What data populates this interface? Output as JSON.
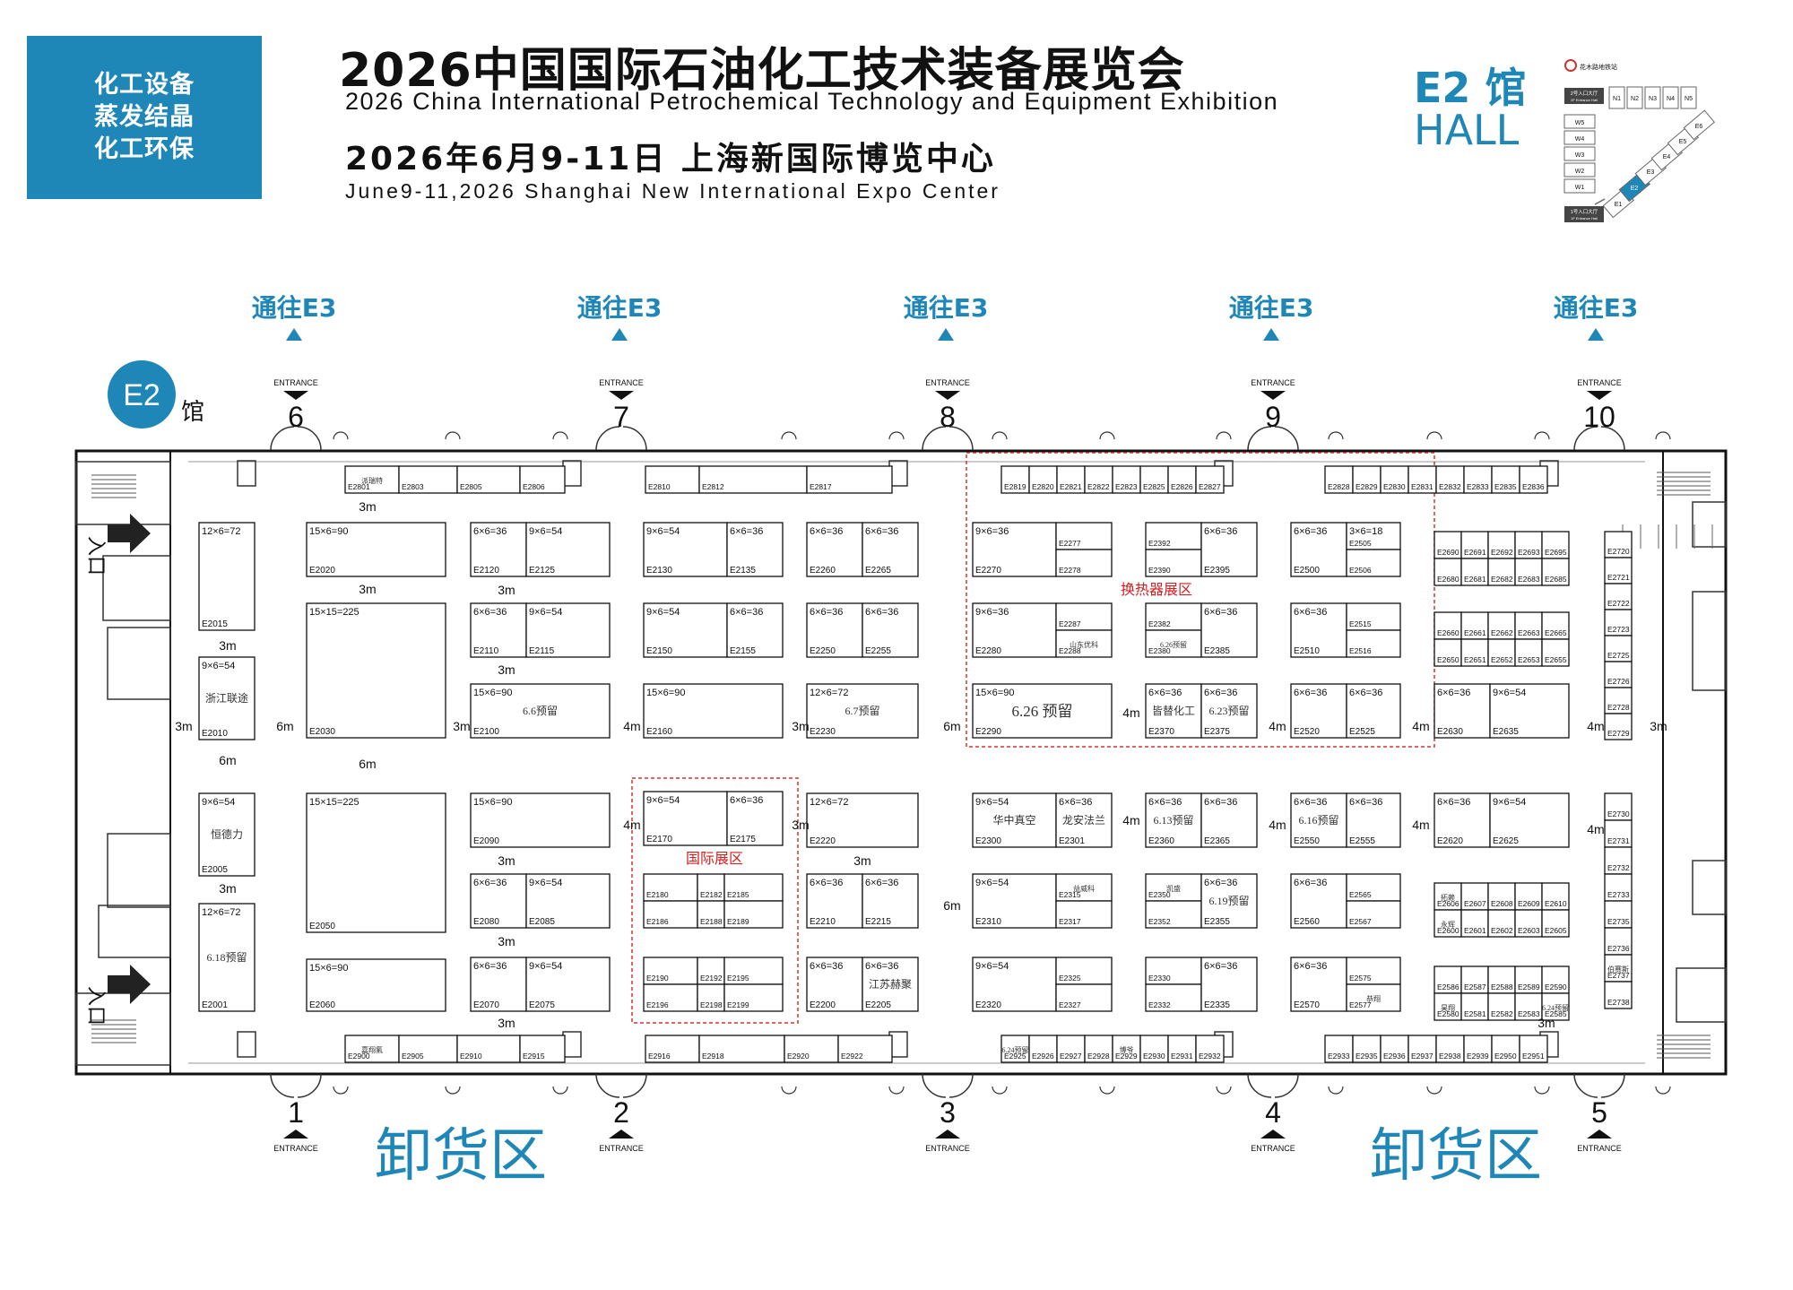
{
  "header": {
    "badge_lines": [
      "化工设备",
      "蒸发结晶",
      "化工环保"
    ],
    "title_cn": "2026中国国际石油化工技术装备展览会",
    "title_en": "2026 China International Petrochemical Technology and Equipment Exhibition",
    "date_cn": "2026年6月9-11日 上海新国际博览中心",
    "date_en": "June9-11,2026 Shanghai New International Expo Center",
    "hall_code": "E2 馆",
    "hall_en": "HALL"
  },
  "colors": {
    "accent": "#1f87b8",
    "zone_outline": "#d93030",
    "zone_label": "#d02020"
  },
  "mini_map": {
    "metro_label": "花木路地铁站",
    "entrance_2f": "2号入口大厅",
    "entrance_2f_en": "2F Entrance Hall",
    "entrance_1f": "1号入口大厅",
    "entrance_1f_en": "1F Entrance Hall",
    "north_halls": [
      "N1",
      "N2",
      "N3",
      "N4",
      "N5"
    ],
    "west_halls": [
      "W5",
      "W4",
      "W3",
      "W2",
      "W1"
    ],
    "east_halls": [
      "E1",
      "E2",
      "E3",
      "E4",
      "E5",
      "E6"
    ],
    "highlight": "E2"
  },
  "goto_label": "通往E3",
  "hall_badge": {
    "code": "E2",
    "suffix": "馆"
  },
  "entrance_word": "ENTRANCE",
  "top_entrances": [
    "6",
    "7",
    "8",
    "9",
    "10"
  ],
  "bottom_entrances": [
    "1",
    "2",
    "3",
    "4",
    "5"
  ],
  "unload_label": "卸货区",
  "entry_label": "入口",
  "zones": [
    "换热器展区",
    "国际展区"
  ],
  "booths": [
    [
      "E2015",
      "12×6=72",
      ""
    ],
    [
      "E2010",
      "9×6=54",
      "浙江联途"
    ],
    [
      "E2005",
      "9×6=54",
      "恒德力"
    ],
    [
      "E2001",
      "12×6=72",
      "6.18预留"
    ],
    [
      "E2020",
      "15×6=90",
      ""
    ],
    [
      "E2030",
      "15×15=225",
      ""
    ],
    [
      "E2050",
      "15×15=225",
      ""
    ],
    [
      "E2060",
      "15×6=90",
      ""
    ],
    [
      "E2120",
      "6×6=36",
      ""
    ],
    [
      "E2125",
      "9×6=54",
      ""
    ],
    [
      "E2110",
      "6×6=36",
      ""
    ],
    [
      "E2115",
      "9×6=54",
      ""
    ],
    [
      "E2100",
      "15×6=90",
      "6.6预留"
    ],
    [
      "E2090",
      "15×6=90",
      ""
    ],
    [
      "E2080",
      "6×6=36",
      ""
    ],
    [
      "E2085",
      "9×6=54",
      ""
    ],
    [
      "E2070",
      "6×6=36",
      ""
    ],
    [
      "E2075",
      "9×6=54",
      ""
    ],
    [
      "E2130",
      "9×6=54",
      ""
    ],
    [
      "E2135",
      "6×6=36",
      ""
    ],
    [
      "E2150",
      "9×6=54",
      ""
    ],
    [
      "E2155",
      "6×6=36",
      ""
    ],
    [
      "E2160",
      "15×6=90",
      ""
    ],
    [
      "E2170",
      "9×6=54",
      ""
    ],
    [
      "E2175",
      "6×6=36",
      ""
    ],
    [
      "E2180",
      "",
      ""
    ],
    [
      "E2182",
      "",
      ""
    ],
    [
      "E2185",
      "",
      ""
    ],
    [
      "E2186",
      "",
      ""
    ],
    [
      "E2188",
      "",
      ""
    ],
    [
      "E2189",
      "",
      ""
    ],
    [
      "E2190",
      "",
      ""
    ],
    [
      "E2192",
      "",
      ""
    ],
    [
      "E2195",
      "",
      ""
    ],
    [
      "E2196",
      "",
      ""
    ],
    [
      "E2198",
      "",
      ""
    ],
    [
      "E2199",
      "",
      ""
    ],
    [
      "E2260",
      "6×6=36",
      ""
    ],
    [
      "E2265",
      "6×6=36",
      ""
    ],
    [
      "E2250",
      "6×6=36",
      ""
    ],
    [
      "E2255",
      "6×6=36",
      ""
    ],
    [
      "E2230",
      "12×6=72",
      "6.7预留"
    ],
    [
      "E2220",
      "12×6=72",
      ""
    ],
    [
      "E2210",
      "6×6=36",
      ""
    ],
    [
      "E2215",
      "6×6=36",
      ""
    ],
    [
      "E2200",
      "6×6=36",
      ""
    ],
    [
      "E2205",
      "6×6=36",
      "江苏赫聚"
    ],
    [
      "E2270",
      "9×6=36",
      ""
    ],
    [
      "E2277",
      "",
      ""
    ],
    [
      "E2278",
      "",
      ""
    ],
    [
      "E2280",
      "9×6=36",
      ""
    ],
    [
      "E2287",
      "",
      ""
    ],
    [
      "E2288",
      "",
      "山东优科"
    ],
    [
      "E2290",
      "15×6=90",
      "6.26 预留"
    ],
    [
      "E2300",
      "9×6=54",
      "华中真空"
    ],
    [
      "E2301",
      "6×6=36",
      "龙安法兰"
    ],
    [
      "E2310",
      "9×6=54",
      ""
    ],
    [
      "E2315",
      "",
      "益威科"
    ],
    [
      "E2317",
      "",
      ""
    ],
    [
      "E2320",
      "9×6=54",
      ""
    ],
    [
      "E2325",
      "",
      ""
    ],
    [
      "E2327",
      "",
      ""
    ],
    [
      "E2392",
      "",
      ""
    ],
    [
      "E2395",
      "6×6=36",
      ""
    ],
    [
      "E2390",
      "",
      ""
    ],
    [
      "E2382",
      "",
      ""
    ],
    [
      "E2385",
      "6×6=36",
      ""
    ],
    [
      "E2380",
      "",
      "6.26预留"
    ],
    [
      "E2370",
      "6×6=36",
      "皆替化工"
    ],
    [
      "E2375",
      "6×6=36",
      "6.23预留"
    ],
    [
      "E2360",
      "6×6=36",
      "6.13预留"
    ],
    [
      "E2365",
      "6×6=36",
      ""
    ],
    [
      "E2350",
      "",
      "凯盛"
    ],
    [
      "E2355",
      "6×6=36",
      "6.19预留"
    ],
    [
      "E2352",
      "",
      ""
    ],
    [
      "E2330",
      "",
      ""
    ],
    [
      "E2335",
      "6×6=36",
      ""
    ],
    [
      "E2332",
      "",
      ""
    ],
    [
      "E2500",
      "6×6=36",
      ""
    ],
    [
      "E2505",
      "3×6=18",
      ""
    ],
    [
      "E2506",
      "",
      ""
    ],
    [
      "E2510",
      "6×6=36",
      ""
    ],
    [
      "E2515",
      "",
      ""
    ],
    [
      "E2516",
      "",
      ""
    ],
    [
      "E2520",
      "6×6=36",
      ""
    ],
    [
      "E2525",
      "6×6=36",
      ""
    ],
    [
      "E2550",
      "6×6=36",
      "6.16预留"
    ],
    [
      "E2555",
      "6×6=36",
      ""
    ],
    [
      "E2560",
      "6×6=36",
      ""
    ],
    [
      "E2565",
      "",
      ""
    ],
    [
      "E2567",
      "",
      ""
    ],
    [
      "E2570",
      "6×6=36",
      ""
    ],
    [
      "E2575",
      "",
      ""
    ],
    [
      "E2577",
      "",
      "恭翔"
    ],
    [
      "E2690",
      "",
      ""
    ],
    [
      "E2691",
      "",
      ""
    ],
    [
      "E2692",
      "",
      ""
    ],
    [
      "E2693",
      "",
      ""
    ],
    [
      "E2695",
      "",
      ""
    ],
    [
      "E2680",
      "",
      ""
    ],
    [
      "E2681",
      "",
      ""
    ],
    [
      "E2682",
      "",
      ""
    ],
    [
      "E2683",
      "",
      ""
    ],
    [
      "E2685",
      "",
      ""
    ],
    [
      "E2660",
      "",
      ""
    ],
    [
      "E2661",
      "",
      ""
    ],
    [
      "E2662",
      "",
      ""
    ],
    [
      "E2663",
      "",
      ""
    ],
    [
      "E2665",
      "",
      ""
    ],
    [
      "E2650",
      "",
      ""
    ],
    [
      "E2651",
      "",
      ""
    ],
    [
      "E2652",
      "",
      ""
    ],
    [
      "E2653",
      "",
      ""
    ],
    [
      "E2655",
      "",
      ""
    ],
    [
      "E2630",
      "6×6=36",
      ""
    ],
    [
      "E2635",
      "9×6=54",
      ""
    ],
    [
      "E2620",
      "6×6=36",
      ""
    ],
    [
      "E2625",
      "9×6=54",
      ""
    ],
    [
      "E2606",
      "",
      "拓赖"
    ],
    [
      "E2607",
      "",
      ""
    ],
    [
      "E2608",
      "",
      ""
    ],
    [
      "E2609",
      "",
      ""
    ],
    [
      "E2610",
      "",
      ""
    ],
    [
      "E2600",
      "",
      "永辉"
    ],
    [
      "E2601",
      "",
      ""
    ],
    [
      "E2602",
      "",
      ""
    ],
    [
      "E2603",
      "",
      ""
    ],
    [
      "E2605",
      "",
      ""
    ],
    [
      "E2586",
      "",
      ""
    ],
    [
      "E2587",
      "",
      ""
    ],
    [
      "E2588",
      "",
      ""
    ],
    [
      "E2589",
      "",
      ""
    ],
    [
      "E2590",
      "",
      ""
    ],
    [
      "E2580",
      "",
      "昊翔"
    ],
    [
      "E2581",
      "",
      ""
    ],
    [
      "E2582",
      "",
      ""
    ],
    [
      "E2583",
      "",
      ""
    ],
    [
      "E2585",
      "",
      "6.24预留"
    ],
    [
      "E2720",
      "",
      ""
    ],
    [
      "E2721",
      "",
      ""
    ],
    [
      "E2722",
      "",
      ""
    ],
    [
      "E2723",
      "",
      ""
    ],
    [
      "E2725",
      "",
      ""
    ],
    [
      "E2726",
      "",
      ""
    ],
    [
      "E2728",
      "",
      ""
    ],
    [
      "E2729",
      "",
      ""
    ],
    [
      "E2730",
      "",
      ""
    ],
    [
      "E2731",
      "",
      ""
    ],
    [
      "E2732",
      "",
      ""
    ],
    [
      "E2733",
      "",
      ""
    ],
    [
      "E2735",
      "",
      ""
    ],
    [
      "E2736",
      "",
      ""
    ],
    [
      "E2737",
      "",
      "伯赛斯"
    ],
    [
      "E2738",
      "",
      ""
    ],
    [
      "E2801",
      "",
      "派瑞特"
    ],
    [
      "E2803",
      "",
      ""
    ],
    [
      "E2805",
      "",
      ""
    ],
    [
      "E2806",
      "",
      ""
    ],
    [
      "E2810",
      "",
      ""
    ],
    [
      "E2812",
      "",
      ""
    ],
    [
      "E2817",
      "",
      ""
    ],
    [
      "E2819",
      "",
      ""
    ],
    [
      "E2820",
      "",
      ""
    ],
    [
      "E2821",
      "",
      ""
    ],
    [
      "E2822",
      "",
      ""
    ],
    [
      "E2823",
      "",
      ""
    ],
    [
      "E2825",
      "",
      ""
    ],
    [
      "E2826",
      "",
      ""
    ],
    [
      "E2827",
      "",
      ""
    ],
    [
      "E2828",
      "",
      ""
    ],
    [
      "E2829",
      "",
      ""
    ],
    [
      "E2830",
      "",
      ""
    ],
    [
      "E2831",
      "",
      ""
    ],
    [
      "E2832",
      "",
      ""
    ],
    [
      "E2833",
      "",
      ""
    ],
    [
      "E2835",
      "",
      ""
    ],
    [
      "E2836",
      "",
      ""
    ],
    [
      "E2900",
      "",
      "嘉翔氟"
    ],
    [
      "E2905",
      "",
      ""
    ],
    [
      "E2910",
      "",
      ""
    ],
    [
      "E2915",
      "",
      ""
    ],
    [
      "E2916",
      "",
      ""
    ],
    [
      "E2918",
      "",
      ""
    ],
    [
      "E2920",
      "",
      ""
    ],
    [
      "E2922",
      "",
      ""
    ],
    [
      "E2925",
      "",
      "6.24预留"
    ],
    [
      "E2926",
      "",
      ""
    ],
    [
      "E2927",
      "",
      ""
    ],
    [
      "E2928",
      "",
      ""
    ],
    [
      "E2929",
      "",
      "博爷"
    ],
    [
      "E2930",
      "",
      ""
    ],
    [
      "E2931",
      "",
      ""
    ],
    [
      "E2932",
      "",
      ""
    ],
    [
      "E2933",
      "",
      ""
    ],
    [
      "E2935",
      "",
      ""
    ],
    [
      "E2936",
      "",
      ""
    ],
    [
      "E2937",
      "",
      ""
    ],
    [
      "E2938",
      "",
      ""
    ],
    [
      "E2939",
      "",
      ""
    ],
    [
      "E2950",
      "",
      ""
    ],
    [
      "E2951",
      "",
      ""
    ]
  ],
  "aisle_labels": [
    "3m",
    "6m",
    "4m"
  ]
}
